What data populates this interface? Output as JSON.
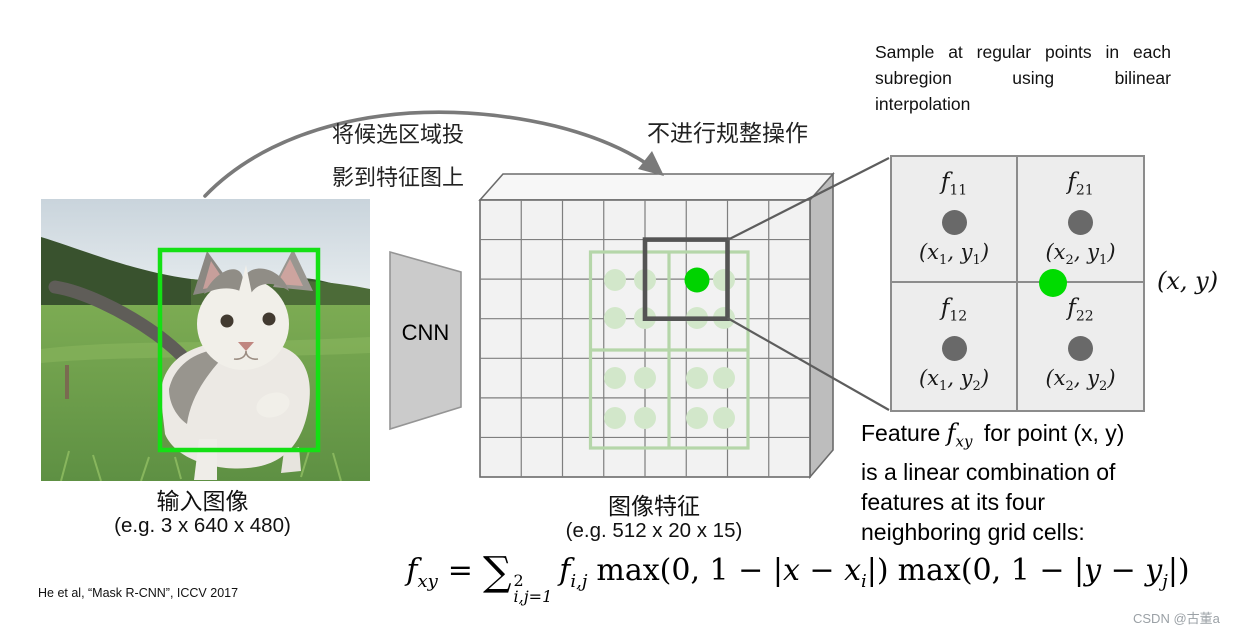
{
  "slide": {
    "notes": {
      "sample_line1_words": [
        "Sample",
        "at",
        "regular",
        "points",
        "in",
        "each"
      ],
      "sample_line2_words": [
        "subregion",
        "using",
        "bilinear"
      ],
      "sample_line3": "interpolation"
    },
    "labels": {
      "project_line1": "将候选区域投",
      "project_line2": "影到特征图上",
      "no_quantization": "不进行规整操作"
    },
    "input": {
      "caption": "输入图像",
      "dims": "(e.g. 3 x 640 x 480)"
    },
    "cnn": {
      "label": "CNN"
    },
    "feature_map": {
      "caption": "图像特征",
      "dims": "(e.g. 512 x 20 x 15)"
    },
    "bilinear": {
      "cells": [
        {
          "f": "f",
          "f_sub": "11",
          "c_pre": "(x",
          "c_s1": "1",
          "c_mid": ", y",
          "c_s2": "1",
          "c_post": ")"
        },
        {
          "f": "f",
          "f_sub": "21",
          "c_pre": "(x",
          "c_s1": "2",
          "c_mid": ", y",
          "c_s2": "1",
          "c_post": ")"
        },
        {
          "f": "f",
          "f_sub": "12",
          "c_pre": "(x",
          "c_s1": "1",
          "c_mid": ", y",
          "c_s2": "2",
          "c_post": ")"
        },
        {
          "f": "f",
          "f_sub": "22",
          "c_pre": "(x",
          "c_s1": "2",
          "c_mid": ", y",
          "c_s2": "2",
          "c_post": ")"
        }
      ],
      "point": "(x, y)"
    },
    "feature_note": {
      "l1_pre": "Feature ",
      "l1_math": "f",
      "l1_sub": "xy",
      "l1_post": " for point (x, y)",
      "l2": "is a linear combination of",
      "l3": "features at its four",
      "l4": "neighboring grid cells:"
    },
    "formula": {
      "lhs_f": "f",
      "lhs_sub": "xy",
      "eq": "=",
      "sum": "∑",
      "sum_sup": "2",
      "sum_sub": "i,j=1",
      "fij": "f",
      "fij_sub": "i,j",
      "max1_head": "max(0, 1 − |",
      "max1_var": "x − x",
      "max1_sub": "i",
      "max1_tail": "|)",
      "max2_head": "max(0, 1 − |",
      "max2_var": "y − y",
      "max2_sub": "j",
      "max2_tail": "|)"
    },
    "citation": "He et al, “Mask R-CNN”, ICCV 2017",
    "watermark": "CSDN @古董a",
    "colors": {
      "roi_green": "#b5d6a9",
      "pale_sample_green": "#d2e7ca",
      "bright_sample_green": "#00d300",
      "bbox_green": "#14e014",
      "dot_gray": "#696969",
      "grid_gray": "#7f7f7f"
    }
  }
}
